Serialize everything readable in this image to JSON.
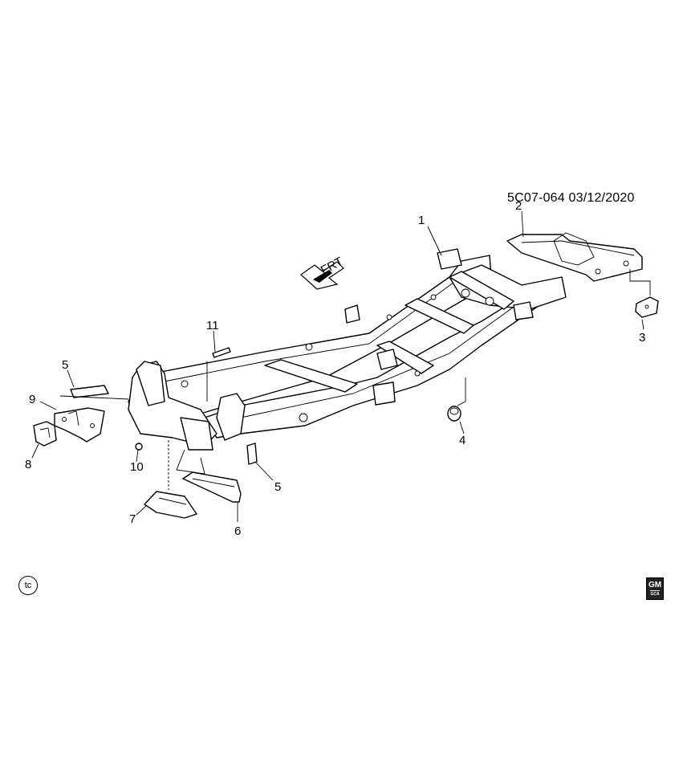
{
  "header": {
    "doc_id": "5C07-064  03/12/2020"
  },
  "orientation": {
    "label": "FRT"
  },
  "callouts": [
    {
      "id": "1",
      "text": "1"
    },
    {
      "id": "2",
      "text": "2"
    },
    {
      "id": "3",
      "text": "3"
    },
    {
      "id": "4",
      "text": "4"
    },
    {
      "id": "5a",
      "text": "5"
    },
    {
      "id": "5b",
      "text": "5"
    },
    {
      "id": "6",
      "text": "6"
    },
    {
      "id": "7",
      "text": "7"
    },
    {
      "id": "8",
      "text": "8"
    },
    {
      "id": "9",
      "text": "9"
    },
    {
      "id": "10",
      "text": "10"
    },
    {
      "id": "11",
      "text": "11"
    }
  ],
  "footer": {
    "tc_badge": "tc",
    "gm_logo": "GM",
    "gm_logo_sub": "GCA"
  }
}
